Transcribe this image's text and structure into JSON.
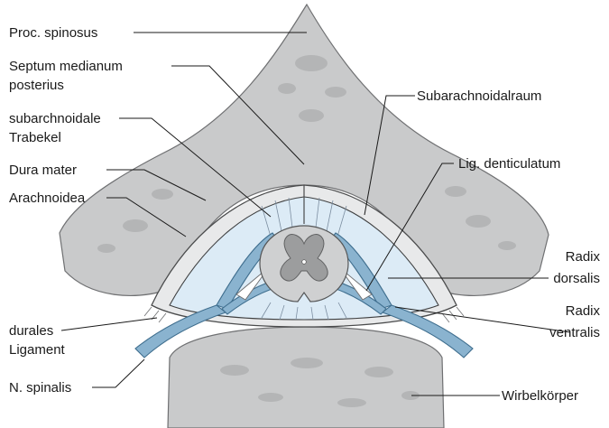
{
  "labels": {
    "proc_spinosus": "Proc. spinosus",
    "septum_line1": "Septum medianum",
    "septum_line2": "posterius",
    "trabekel_line1": "subarchnoidale",
    "trabekel_line2": "Trabekel",
    "dura_mater": "Dura mater",
    "arachnoidea": "Arachnoidea",
    "durales_line1": "durales",
    "durales_line2": "Ligament",
    "n_spinalis": "N. spinalis",
    "subarachnoidalraum": "Subarachnoidalraum",
    "lig_denticulatum": "Lig. denticulatum",
    "radix_dorsalis_line1": "Radix",
    "radix_dorsalis_line2": "dorsalis",
    "radix_ventralis_line1": "Radix",
    "radix_ventralis_line2": "ventralis",
    "wirbelkoerper": "Wirbelkörper"
  },
  "colors": {
    "bone": "#c9cacb",
    "csf": "#dcebf6",
    "nerve_root": "#8ab3cf",
    "cord": "#cfd0d1",
    "gray_matter": "#9c9d9e"
  }
}
